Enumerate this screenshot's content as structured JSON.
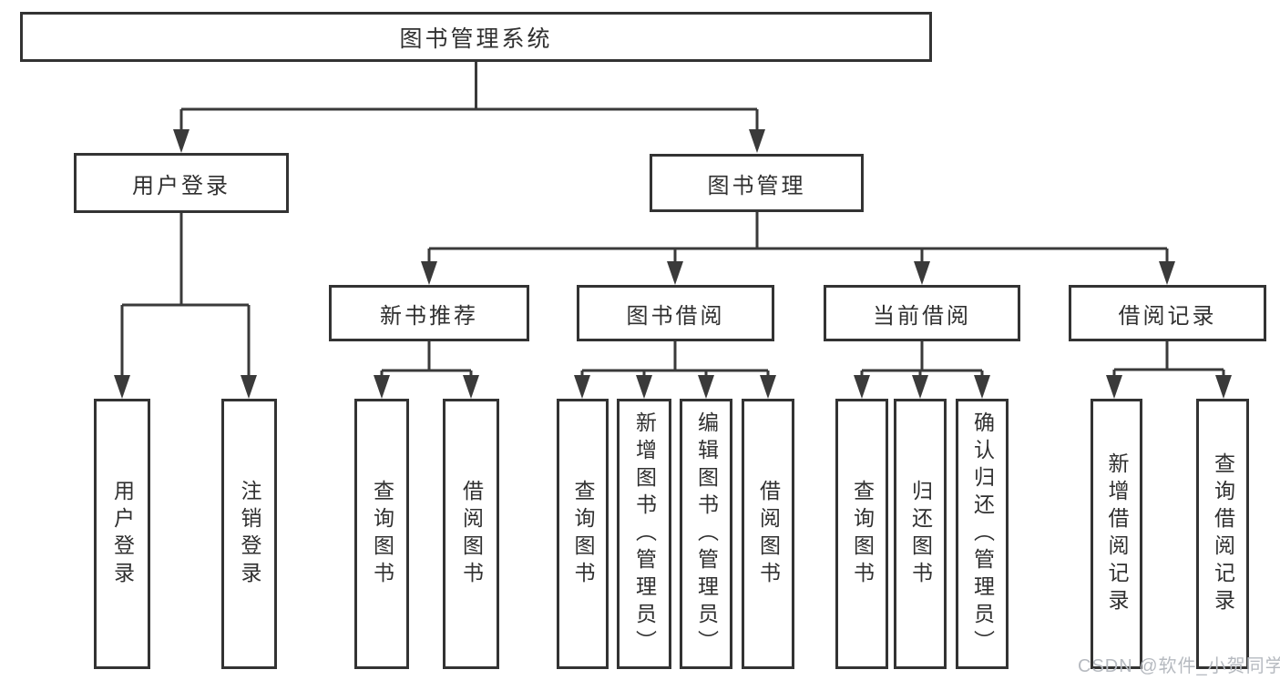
{
  "tree": {
    "title": "图书管理系统",
    "children": [
      {
        "label": "用户登录",
        "children": [
          {
            "label": "用户登录"
          },
          {
            "label": "注销登录"
          }
        ]
      },
      {
        "label": "图书管理",
        "children": [
          {
            "label": "新书推荐",
            "children": [
              {
                "label": "查询图书"
              },
              {
                "label": "借阅图书"
              }
            ]
          },
          {
            "label": "图书借阅",
            "children": [
              {
                "label": "查询图书"
              },
              {
                "label": "新增图书（管理员）"
              },
              {
                "label": "编辑图书（管理员）"
              },
              {
                "label": "借阅图书"
              }
            ]
          },
          {
            "label": "当前借阅",
            "children": [
              {
                "label": "查询图书"
              },
              {
                "label": "归还图书"
              },
              {
                "label": "确认归还（管理员）"
              }
            ]
          },
          {
            "label": "借阅记录",
            "children": [
              {
                "label": "新增借阅记录"
              },
              {
                "label": "查询借阅记录"
              }
            ]
          }
        ]
      }
    ]
  },
  "watermark": {
    "text": "CSDN @软件_小贺同学"
  },
  "colors": {
    "line": "#3a3a3a",
    "border": "#333333",
    "text": "#303030",
    "watermark": "#b6bac0",
    "background": "#ffffff"
  }
}
